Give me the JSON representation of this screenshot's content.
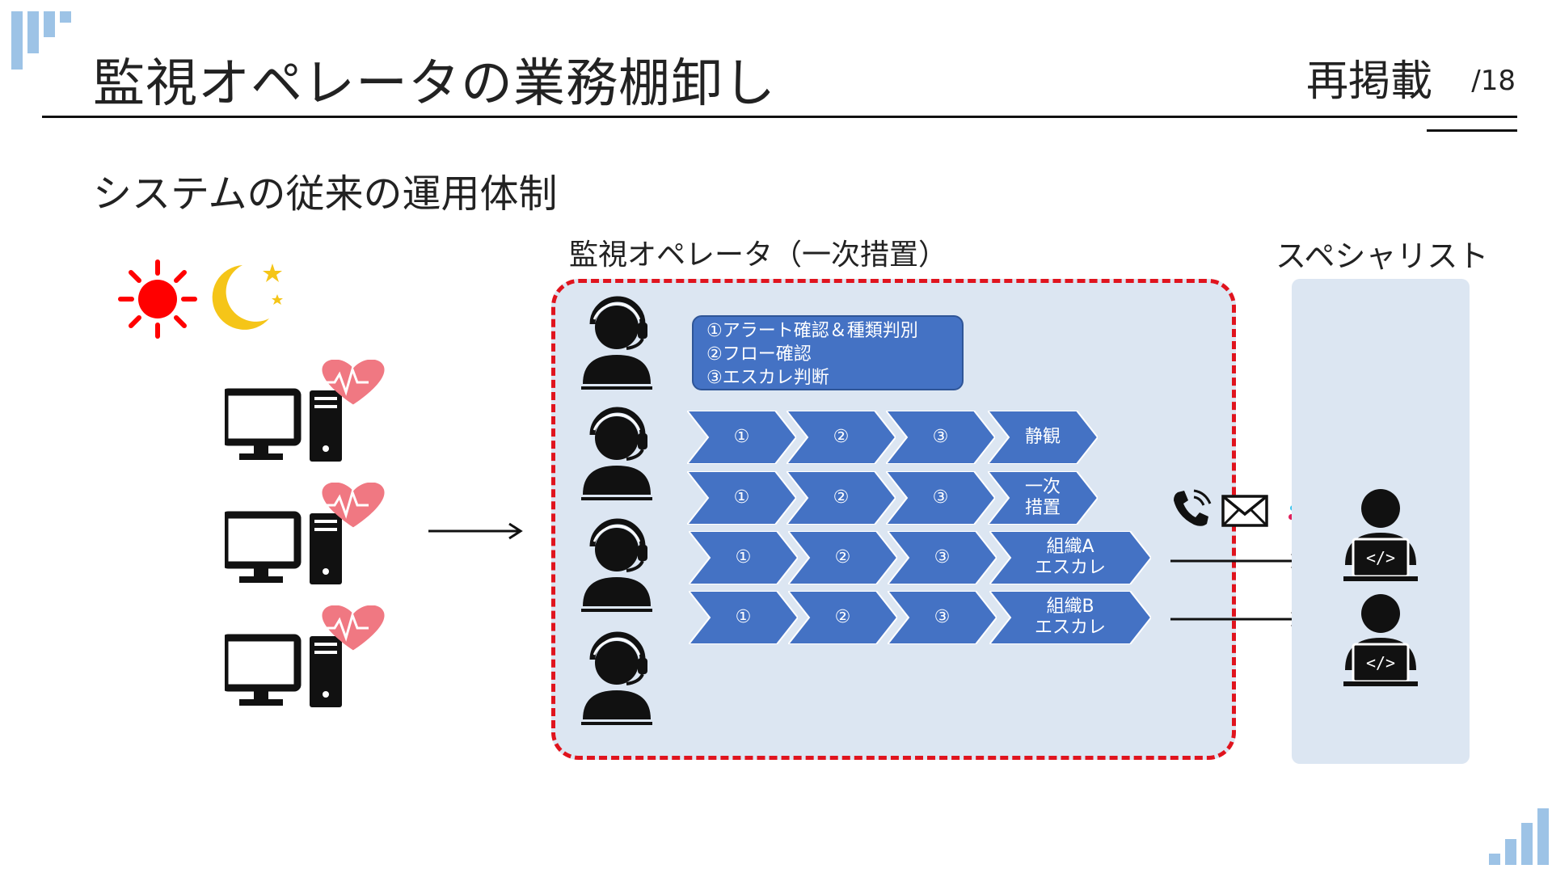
{
  "header": {
    "title": "監視オペレータの業務棚卸し",
    "page_label": "再掲載",
    "page_number": "/18"
  },
  "subtitle": "システムの従来の運用体制",
  "operator_section": {
    "heading": "監視オペレータ（一次措置）",
    "legend": [
      "①アラート確認＆種類判別",
      "②フロー確認",
      "③エスカレ判断"
    ],
    "rows": [
      {
        "steps": [
          "①",
          "②",
          "③"
        ],
        "outcome": [
          "静観"
        ]
      },
      {
        "steps": [
          "①",
          "②",
          "③"
        ],
        "outcome": [
          "一次",
          "措置"
        ]
      },
      {
        "steps": [
          "①",
          "②",
          "③"
        ],
        "outcome": [
          "組織A",
          "エスカレ"
        ]
      },
      {
        "steps": [
          "①",
          "②",
          "③"
        ],
        "outcome": [
          "組織B",
          "エスカレ"
        ]
      }
    ]
  },
  "specialist_section": {
    "heading": "スペシャリスト"
  },
  "icons": {
    "sun": "sun-icon",
    "moon": "moon-stars-icon",
    "computer": "desktop-computer-icon",
    "heart": "heartbeat-icon",
    "operator": "headset-operator-icon",
    "phone": "phone-icon",
    "mail": "mail-icon",
    "slack": "slack-icon",
    "developer": "developer-laptop-icon"
  },
  "colors": {
    "accent_blue": "#4472c4",
    "area_bg": "#dce6f2",
    "dashed_border": "#e0141e",
    "sun": "#ff0000",
    "moon": "#f5c518",
    "heart": "#f07882"
  }
}
